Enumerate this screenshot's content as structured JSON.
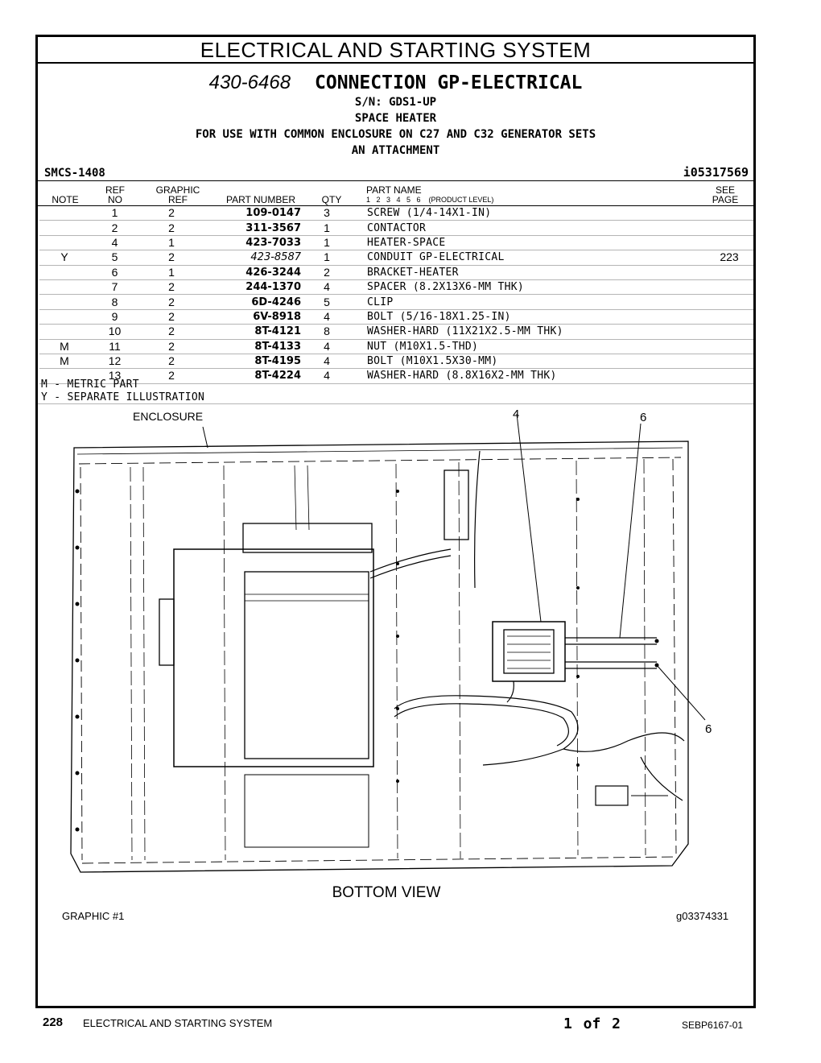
{
  "section_title": "ELECTRICAL AND STARTING SYSTEM",
  "group": {
    "number": "430-6468",
    "name": "CONNECTION GP-ELECTRICAL",
    "lines": [
      "S/N: GDS1-UP",
      "SPACE HEATER",
      "FOR USE WITH COMMON ENCLOSURE ON C27 AND C32 GENERATOR SETS",
      "AN ATTACHMENT"
    ]
  },
  "smcs": "SMCS-1408",
  "illustration_id": "i05317569",
  "columns": {
    "note": "NOTE",
    "ref_top": "REF",
    "ref_bottom": "NO",
    "graphic_top": "GRAPHIC",
    "graphic_bottom": "REF",
    "part_number": "PART NUMBER",
    "qty": "QTY",
    "part_name": "PART NAME",
    "product_level": "1   2   3   4   5   6    (PRODUCT LEVEL)",
    "see_top": "SEE",
    "see_bottom": "PAGE"
  },
  "parts": [
    {
      "note": "",
      "ref": "1",
      "graphic": "2",
      "part_number": "109-0147",
      "qty": "3",
      "name": "SCREW (1/4-14X1-IN)",
      "see": ""
    },
    {
      "note": "",
      "ref": "2",
      "graphic": "2",
      "part_number": "311-3567",
      "qty": "1",
      "name": "CONTACTOR",
      "see": ""
    },
    {
      "note": "",
      "ref": "4",
      "graphic": "1",
      "part_number": "423-7033",
      "qty": "1",
      "name": "HEATER-SPACE",
      "see": ""
    },
    {
      "note": "Y",
      "ref": "5",
      "graphic": "2",
      "part_number": "423-8587",
      "qty": "1",
      "name": "CONDUIT GP-ELECTRICAL",
      "see": "223"
    },
    {
      "note": "",
      "ref": "6",
      "graphic": "1",
      "part_number": "426-3244",
      "qty": "2",
      "name": "BRACKET-HEATER",
      "see": ""
    },
    {
      "note": "",
      "ref": "7",
      "graphic": "2",
      "part_number": "244-1370",
      "qty": "4",
      "name": "SPACER (8.2X13X6-MM THK)",
      "see": ""
    },
    {
      "note": "",
      "ref": "8",
      "graphic": "2",
      "part_number": "6D-4246",
      "qty": "5",
      "name": "CLIP",
      "see": ""
    },
    {
      "note": "",
      "ref": "9",
      "graphic": "2",
      "part_number": "6V-8918",
      "qty": "4",
      "name": "BOLT (5/16-18X1.25-IN)",
      "see": ""
    },
    {
      "note": "",
      "ref": "10",
      "graphic": "2",
      "part_number": "8T-4121",
      "qty": "8",
      "name": "WASHER-HARD (11X21X2.5-MM THK)",
      "see": ""
    },
    {
      "note": "M",
      "ref": "11",
      "graphic": "2",
      "part_number": "8T-4133",
      "qty": "4",
      "name": "NUT (M10X1.5-THD)",
      "see": ""
    },
    {
      "note": "M",
      "ref": "12",
      "graphic": "2",
      "part_number": "8T-4195",
      "qty": "4",
      "name": "BOLT (M10X1.5X30-MM)",
      "see": ""
    },
    {
      "note": "",
      "ref": "13",
      "graphic": "2",
      "part_number": "8T-4224",
      "qty": "4",
      "name": "WASHER-HARD (8.8X16X2-MM THK)",
      "see": ""
    }
  ],
  "legend": [
    "M - METRIC PART",
    "Y - SEPARATE ILLUSTRATION"
  ],
  "diagram": {
    "label_enclosure": "ENCLOSURE",
    "callout_4": "4",
    "callout_6a": "6",
    "callout_6b": "6",
    "view_title": "BOTTOM VIEW",
    "graphic_label": "GRAPHIC #1",
    "graphic_id": "g03374331"
  },
  "footer": {
    "page_number": "228",
    "section": "ELECTRICAL AND STARTING SYSTEM",
    "page_of": "1 of 2",
    "doc_id": "SEBP6167-01"
  }
}
